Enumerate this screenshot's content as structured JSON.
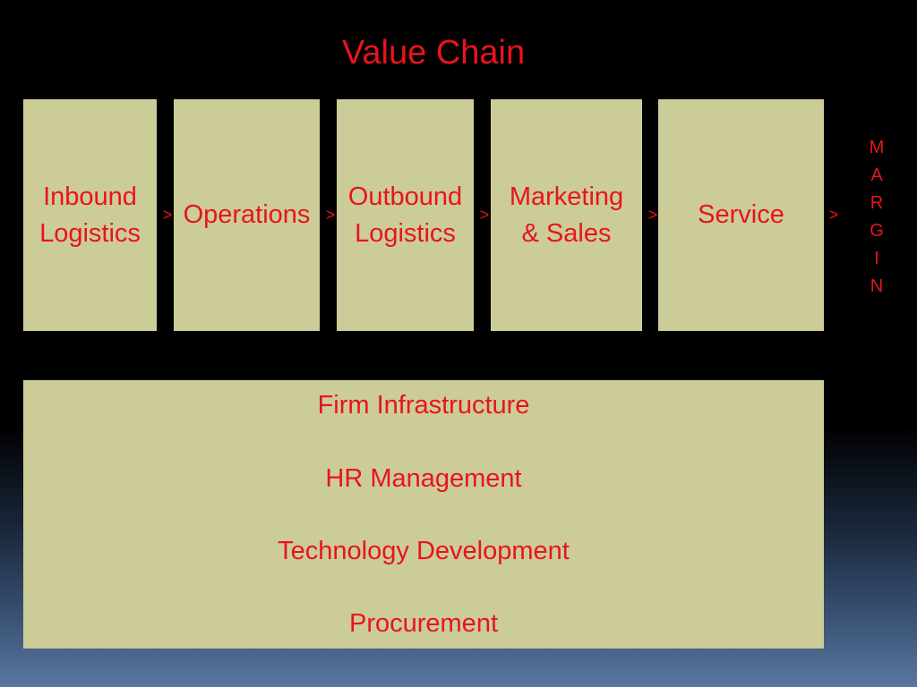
{
  "title": "Value Chain",
  "primary_activities": [
    {
      "label": "Inbound Logistics"
    },
    {
      "label": "Operations"
    },
    {
      "label": "Outbound Logistics"
    },
    {
      "label": "Marketing & Sales"
    },
    {
      "label": "Service"
    }
  ],
  "arrow_glyph": ">",
  "margin_letters": [
    "M",
    "A",
    "R",
    "G",
    "I",
    "N"
  ],
  "support_activities": [
    "Firm Infrastructure",
    "HR Management",
    "Technology Development",
    "Procurement"
  ]
}
